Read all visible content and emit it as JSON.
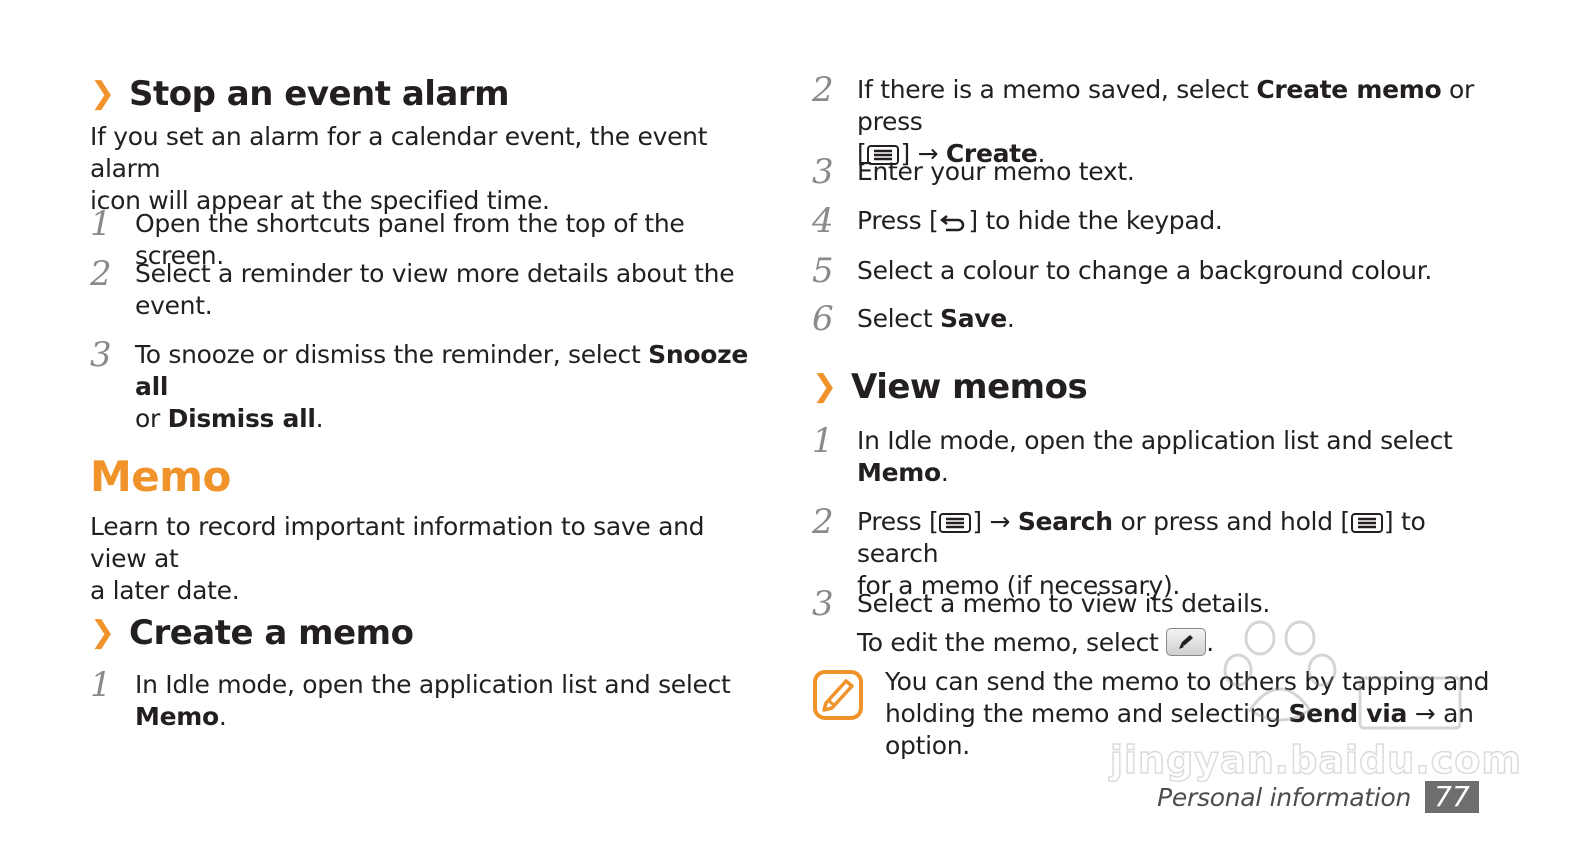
{
  "left": {
    "stop_alarm": {
      "title": "Stop an event alarm",
      "intro_l1": "If you set an alarm for a calendar event, the event alarm",
      "intro_l2": "icon will appear at the specified time.",
      "steps": [
        {
          "num": "1",
          "text": "Open the shortcuts panel from the top of the screen."
        },
        {
          "num": "2",
          "l1": "Select a reminder to view more details about the",
          "l2": "event."
        },
        {
          "num": "3",
          "pre": "To snooze or dismiss the reminder, select ",
          "b1": "Snooze all",
          "mid": "or ",
          "b2": "Dismiss all",
          "post": "."
        }
      ]
    },
    "memo": {
      "title": "Memo",
      "intro_l1": "Learn to record important information to save and view at",
      "intro_l2": "a later date."
    },
    "create_memo": {
      "title": "Create a memo",
      "step1": {
        "num": "1",
        "text": "In Idle mode, open the application list and select",
        "bold": "Memo",
        "post": "."
      }
    }
  },
  "right": {
    "create_steps": [
      {
        "num": "2",
        "pre": "If there is a memo saved, select ",
        "b1": "Create memo",
        "mid": " or press",
        "open": "[",
        "close": "] → ",
        "b2": "Create",
        "post": "."
      },
      {
        "num": "3",
        "text": "Enter your memo text."
      },
      {
        "num": "4",
        "pre": "Press [",
        "post": "] to hide the keypad."
      },
      {
        "num": "5",
        "text": "Select a colour to change a background colour."
      },
      {
        "num": "6",
        "pre": "Select ",
        "bold": "Save",
        "post": "."
      }
    ],
    "view_memos": {
      "title": "View memos",
      "step1": {
        "num": "1",
        "text": "In Idle mode, open the application list and select",
        "bold": "Memo",
        "post": "."
      },
      "step2": {
        "num": "2",
        "pre": "Press [",
        "arrow": "] → ",
        "bold": "Search",
        "mid": " or press and hold [",
        "post": "] to search",
        "l2": "for a memo (if necessary)."
      },
      "step3": {
        "num": "3",
        "text": "Select a memo to view its details.",
        "edit_pre": "To edit the memo, select ",
        "edit_post": "."
      },
      "note": {
        "l1": "You can send the memo to others by tapping and",
        "l2_pre": "holding the memo and selecting ",
        "l2_bold": "Send via",
        "l2_post": " → an",
        "l3": "option."
      }
    }
  },
  "footer": {
    "section": "Personal information",
    "page": "77"
  },
  "watermark": {
    "text": "jingyan.baidu.com"
  },
  "colors": {
    "accent": "#f0932b",
    "text": "#231f20",
    "page_badge": "#6d6e70"
  },
  "icons": [
    "menu-key-icon",
    "back-key-icon",
    "pencil-icon",
    "note-icon",
    "chevron-icon"
  ]
}
